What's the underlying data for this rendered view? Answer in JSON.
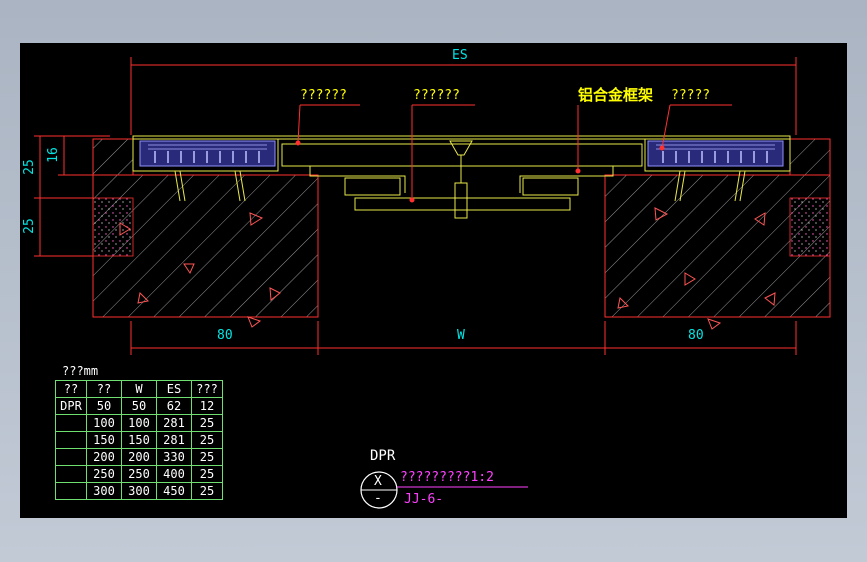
{
  "drawing": {
    "dim_top": "ES",
    "dim_bottom_left": "80",
    "dim_bottom_center": "W",
    "dim_bottom_right": "80",
    "dim_left_1": "25",
    "dim_left_2": "16",
    "dim_left_3": "25",
    "callout_1": "??????",
    "callout_2": "??????",
    "callout_3": "铝合金框架",
    "callout_4": "?????"
  },
  "table": {
    "caption": "???mm",
    "header": [
      "??",
      "??",
      "W",
      "ES",
      "???"
    ],
    "rows": [
      [
        "DPR",
        "50",
        "50",
        "62",
        "12"
      ],
      [
        "",
        "100",
        "100",
        "281",
        "25"
      ],
      [
        "",
        "150",
        "150",
        "281",
        "25"
      ],
      [
        "",
        "200",
        "200",
        "330",
        "25"
      ],
      [
        "",
        "250",
        "250",
        "400",
        "25"
      ],
      [
        "",
        "300",
        "300",
        "450",
        "25"
      ]
    ]
  },
  "title_block": {
    "model": "DPR",
    "symbol_top": "X",
    "symbol_bottom": "-",
    "scale_text": "?????????1:2",
    "drawing_no": "JJ-6-"
  },
  "colors": {
    "background": "#000000",
    "dimension": "#ff3030",
    "dimension_text": "#00e5e5",
    "profile": "#e8e84a",
    "seal": "#8080ff",
    "callout": "#ffff00",
    "title": "#ff40ff",
    "table_grid": "#6fe06f"
  }
}
